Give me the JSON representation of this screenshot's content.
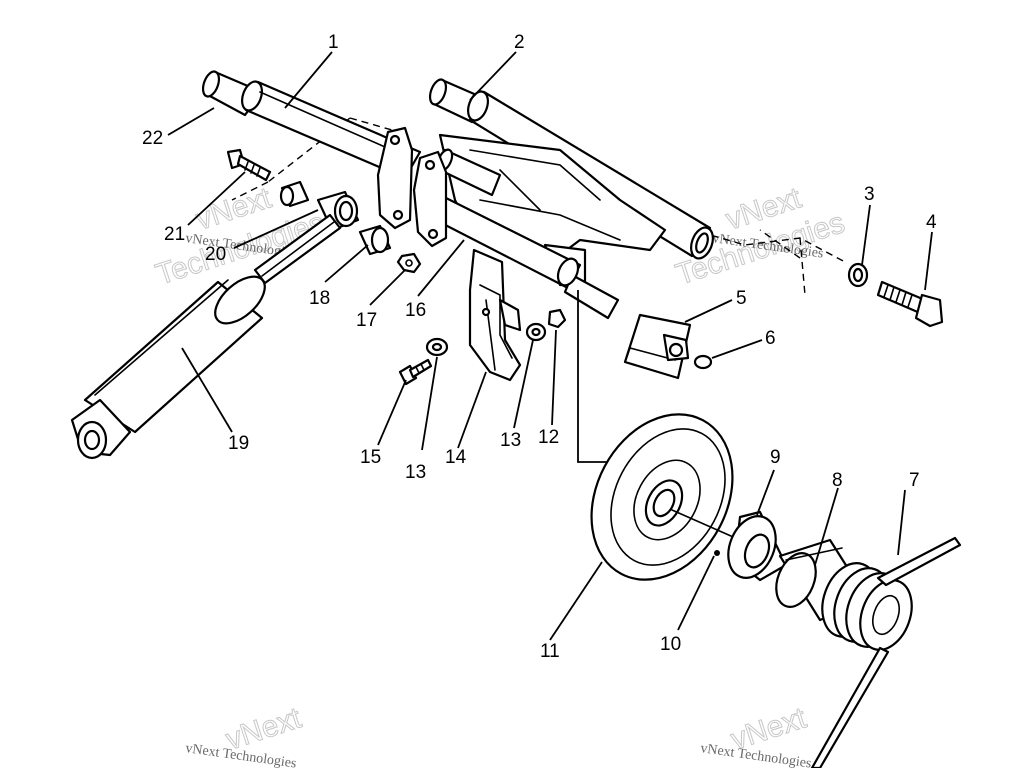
{
  "callouts": {
    "c1": "1",
    "c2": "2",
    "c3": "3",
    "c4": "4",
    "c5": "5",
    "c6": "6",
    "c7": "7",
    "c8": "8",
    "c9": "9",
    "c10": "10",
    "c11": "11",
    "c12": "12",
    "c13a": "13",
    "c13b": "13",
    "c14": "14",
    "c15": "15",
    "c16": "16",
    "c17": "17",
    "c18": "18",
    "c19": "19",
    "c20": "20",
    "c21": "21",
    "c22": "22"
  },
  "watermark": {
    "brand": "vNext",
    "line2": "Technologies",
    "caption": "vNext Technologies"
  }
}
